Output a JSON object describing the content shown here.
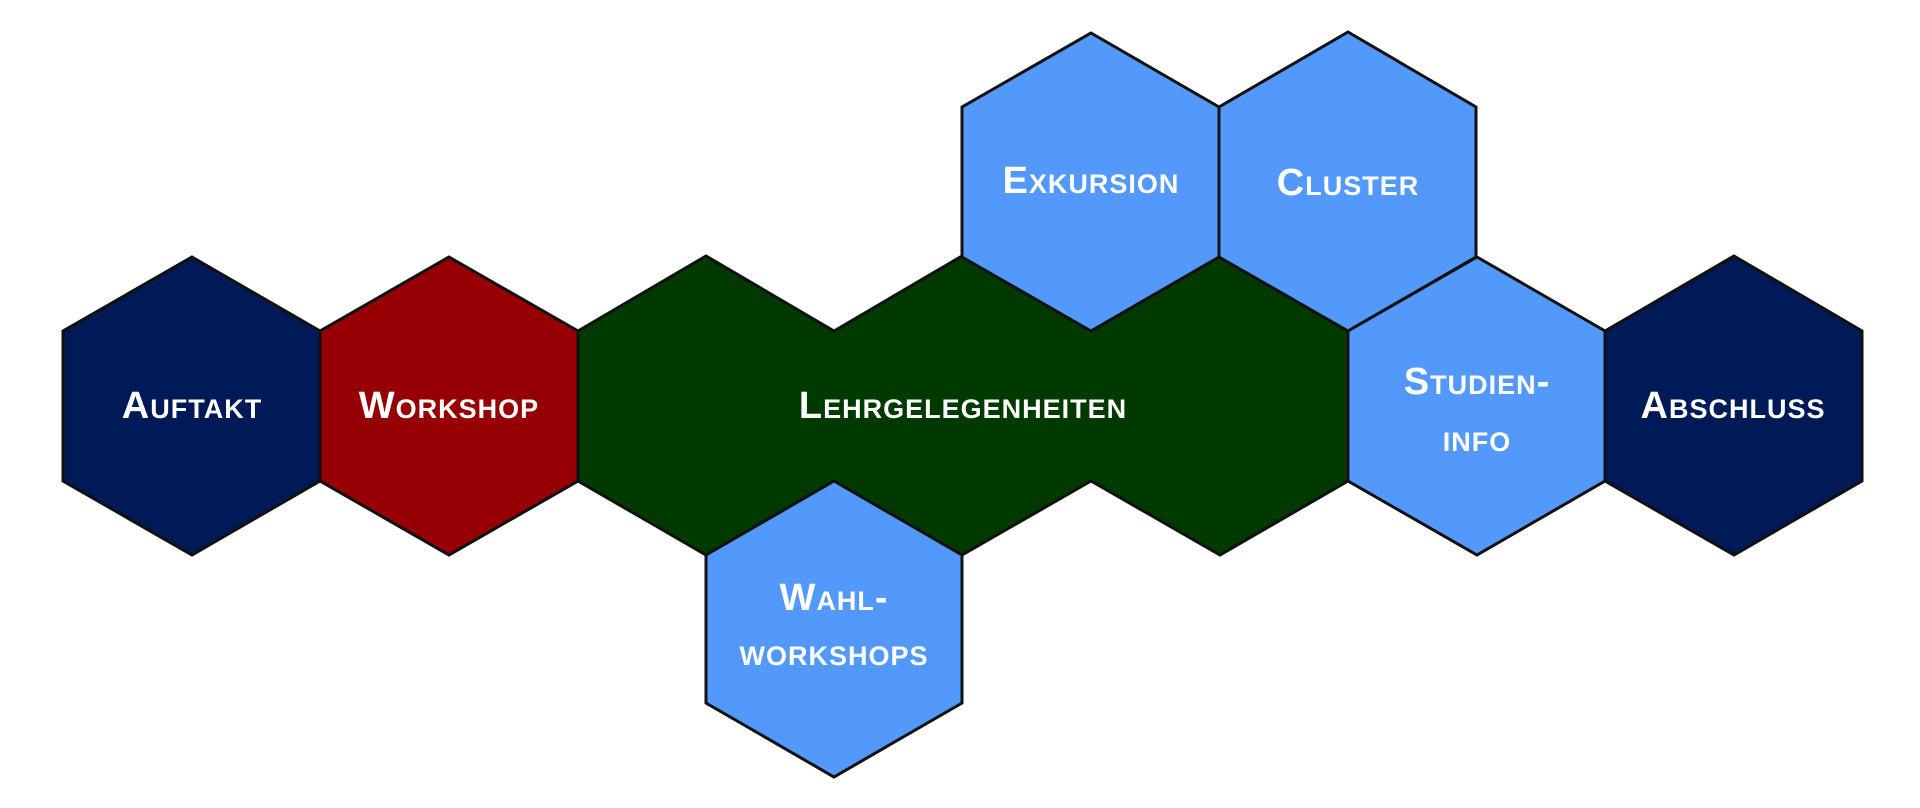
{
  "colors": {
    "dark_navy": "#001A57",
    "dark_red": "#960004",
    "dark_green": "#003A00",
    "light_blue": "#5299FB",
    "outline": "#111111",
    "text": "#FFFFFF"
  },
  "nodes": {
    "auftakt": {
      "label": "Auftakt",
      "color": "dark_navy"
    },
    "workshop": {
      "label": "Workshop",
      "color": "dark_red"
    },
    "lehrgelegenheiten": {
      "label": "Lehrgelegenheiten",
      "color": "dark_green"
    },
    "exkursion": {
      "label": "Exkursion",
      "color": "light_blue"
    },
    "cluster": {
      "label": "Cluster",
      "color": "light_blue"
    },
    "studieninfo": {
      "label_line1": "Studien-",
      "label_line2": "info",
      "color": "light_blue"
    },
    "abschluss": {
      "label": "Abschluss",
      "color": "dark_navy"
    },
    "wahlworkshops": {
      "label_line1": "Wahl-",
      "label_line2": "workshops",
      "color": "light_blue"
    }
  }
}
